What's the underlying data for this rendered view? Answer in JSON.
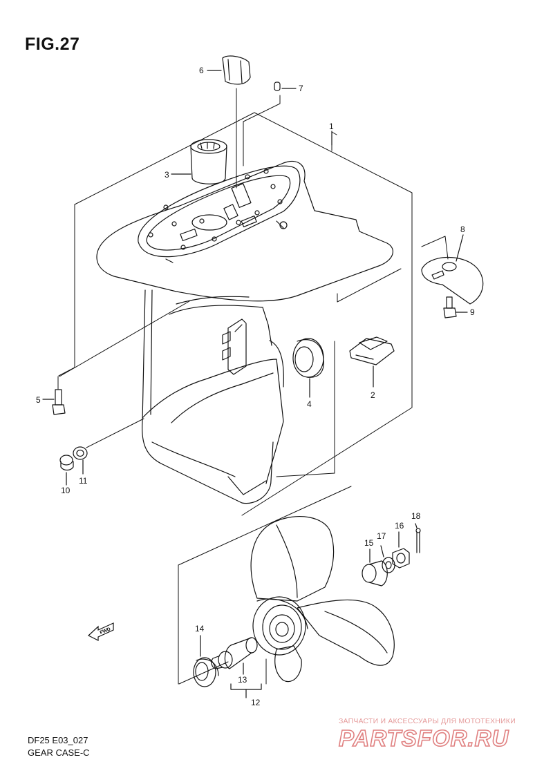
{
  "figure": {
    "title": "FIG.27"
  },
  "callouts": {
    "c1": "1",
    "c2": "2",
    "c3": "3",
    "c4": "4",
    "c5": "5",
    "c6": "6",
    "c7": "7",
    "c8": "8",
    "c9": "9",
    "c10": "10",
    "c11": "11",
    "c12": "12",
    "c13": "13",
    "c14": "14",
    "c15": "15",
    "c16": "16",
    "c17": "17",
    "c18": "18"
  },
  "direction_label": "FWD",
  "footer": {
    "model_code": "DF25 E03_027",
    "section_name": "GEAR CASE-C"
  },
  "watermark": {
    "tagline": "ЗАПЧАСТИ И АКСЕССУАРЫ ДЛЯ МОТОТЕХНИКИ",
    "brand": "PARTSFOR.RU",
    "color": "#e08080"
  }
}
